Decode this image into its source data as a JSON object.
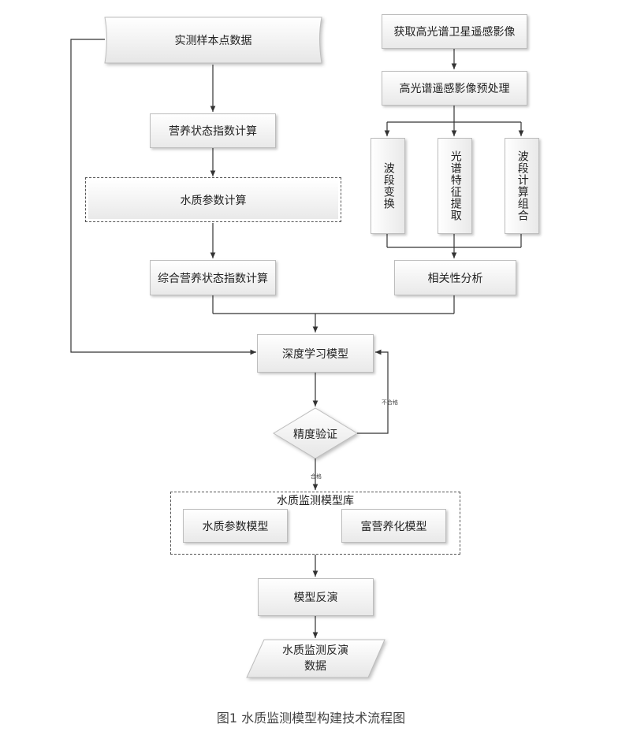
{
  "nodes": {
    "measured_data": "实测样本点数据",
    "acquire_image": "获取高光谱卫星遥感影像",
    "preprocess": "高光谱遥感影像预处理",
    "band_transform": "波段变换",
    "spectral_feature": "光谱特征提取",
    "band_combo": "波段计算组合",
    "trophic_index": "营养状态指数计算",
    "wq_param_calc": "水质参数计算",
    "composite_index": "综合营养状态指数计算",
    "correlation": "相关性分析",
    "deep_learning": "深度学习模型",
    "accuracy_check": "精度验证",
    "model_library": "水质监测模型库",
    "wq_param_model": "水质参数模型",
    "eutrophication_model": "富营养化模型",
    "inversion": "模型反演",
    "output_line1": "水质监测反演",
    "output_line2": "数据"
  },
  "edges": {
    "fail": "不合格",
    "pass": "合格"
  },
  "caption": "图1  水质监测模型构建技术流程图"
}
